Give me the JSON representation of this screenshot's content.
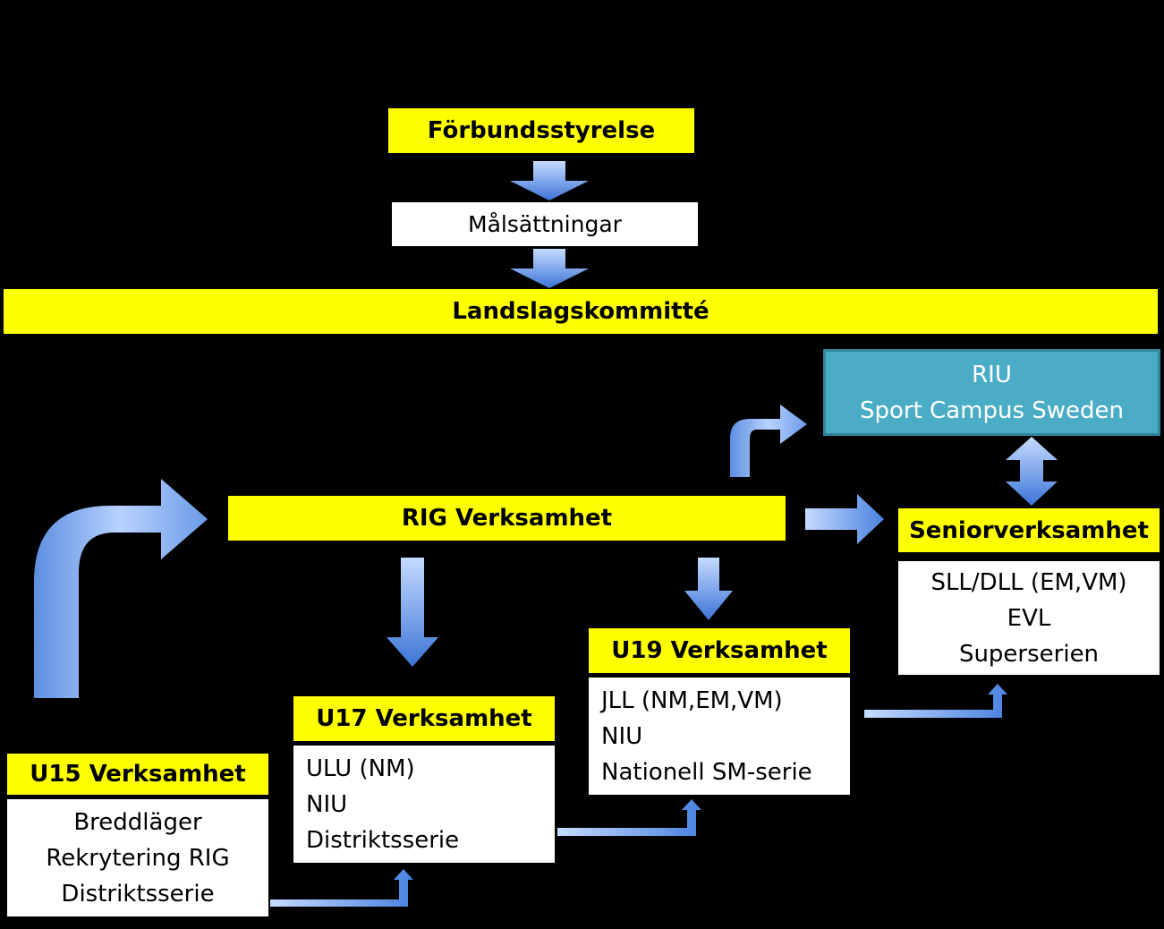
{
  "forbundsstyrelse": "Förbundsstyrelse",
  "malsattningar": "Målsättningar",
  "landslagskommitte": "Landslagskommitté",
  "riu": {
    "line1": "RIU",
    "line2": "Sport Campus Sweden"
  },
  "rig": "RIG Verksamhet",
  "senior": {
    "title": "Seniorverksamhet",
    "items": [
      "SLL/DLL (EM,VM)",
      "EVL",
      "Superserien"
    ]
  },
  "u19": {
    "title": "U19 Verksamhet",
    "items": [
      "JLL (NM,EM,VM)",
      "NIU",
      "Nationell SM-serie"
    ]
  },
  "u17": {
    "title": "U17 Verksamhet",
    "items": [
      "ULU (NM)",
      "NIU",
      "Distriktsserie"
    ]
  },
  "u15": {
    "title": "U15 Verksamhet",
    "items": [
      "Breddläger",
      "Rekrytering RIG",
      "Distriktsserie"
    ]
  },
  "colors": {
    "yellow": "#ffff00",
    "teal": "#4bacc6",
    "arrow": "#6fa0e8",
    "background": "#000000"
  }
}
